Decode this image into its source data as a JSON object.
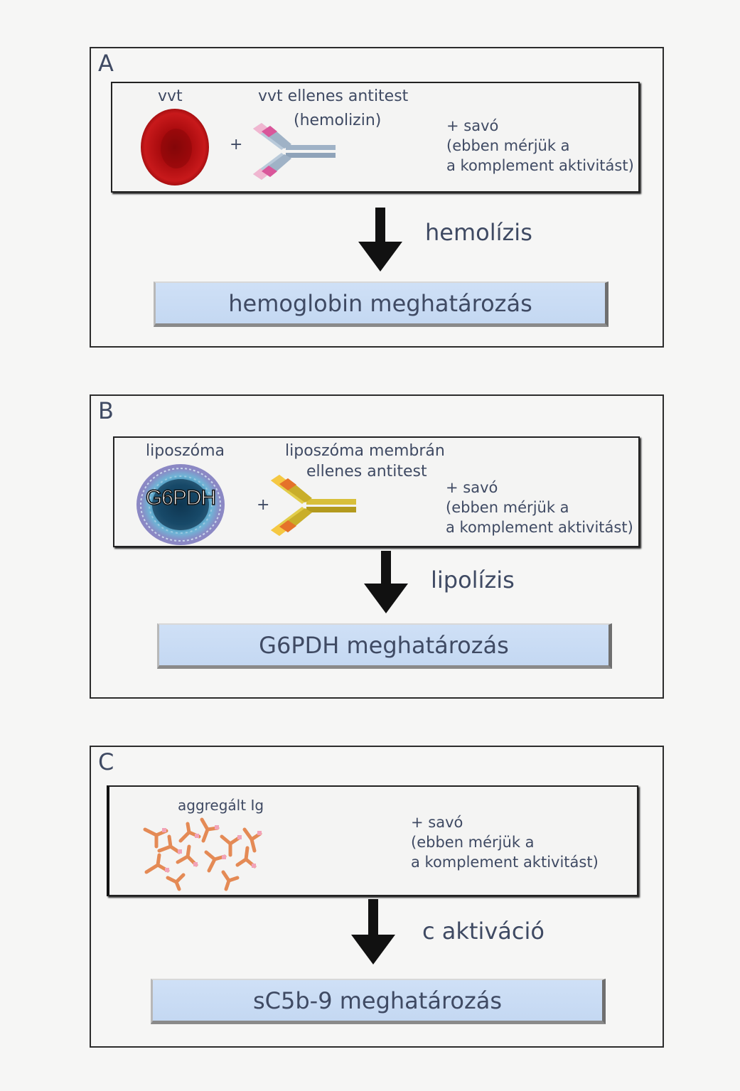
{
  "panels": [
    {
      "letter": "A",
      "sample_label": "vvt",
      "antibody_label_1": "vvt  ellenes  antitest",
      "antibody_label_2": "(hemolizin)",
      "plus": "+",
      "serum": [
        "+  savó",
        "(ebben  mérjük  a",
        "a  komplement  aktivitást)"
      ],
      "process": "hemolízis",
      "result": "hemoglobin  meghatározás",
      "colors": {
        "cell": "#b50d10",
        "antibody": "#9fb2c6",
        "antibody_tip": "#d9569a"
      }
    },
    {
      "letter": "B",
      "sample_label": "liposzóma",
      "liposome_text": "G6PDH",
      "antibody_label_1": "liposzóma  membrán",
      "antibody_label_2": "ellenes  antitest",
      "plus": "+",
      "serum": [
        "+  savó",
        "(ebben  mérjük  a",
        "a  komplement  aktivitást)"
      ],
      "process": "lipolízis",
      "result": "G6PDH  meghatározás",
      "colors": {
        "liposome": "#5fa5c8",
        "antibody": "#c9ae2a",
        "antibody_tip": "#e5722a"
      }
    },
    {
      "letter": "C",
      "sample_label": "aggregált  Ig",
      "serum": [
        "+  savó",
        "(ebben  mérjük  a",
        "a  komplement  aktivitást)"
      ],
      "process": "c  aktiváció",
      "result": "sC5b-9  meghatározás",
      "colors": {
        "aggregate": "#e48a55",
        "aggregate_tip": "#f2a3b8"
      }
    }
  ],
  "icons": [
    "red-blood-cell-icon",
    "antibody-icon",
    "liposome-icon",
    "aggregated-ig-icon",
    "down-arrow-icon"
  ]
}
